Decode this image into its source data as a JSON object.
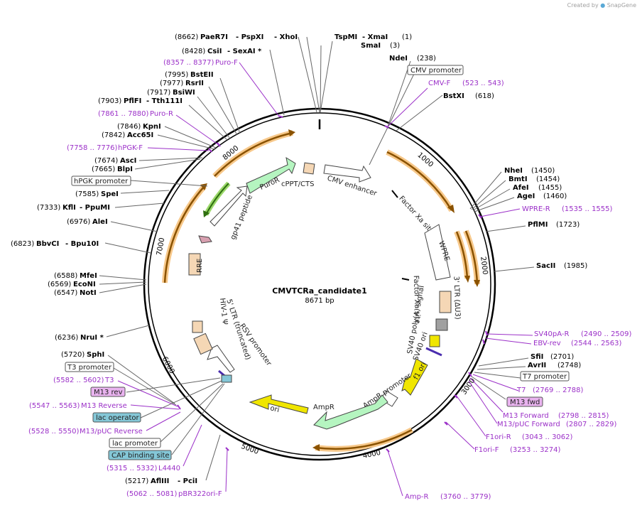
{
  "credit": {
    "prefix": "Created by",
    "brand": "SnapGene"
  },
  "map": {
    "name": "CMVTCRa_candidate1",
    "length": "8671 bp"
  },
  "ticks": [
    "1000",
    "2000",
    "3000",
    "4000",
    "5000",
    "6000",
    "7000",
    "8000"
  ],
  "feature_labels": {
    "puror": "PuroR",
    "cppt": "cPPT/CTS",
    "cmv_enhancer": "CMV enhancer",
    "factor_xa_1": "Factor Xa site",
    "factor_xa_2": "Factor Xa site",
    "wpre": "WPRE",
    "ltr3": "3' LTR (ΔU3)",
    "sv40_polya": "SV40 poly(A) signal",
    "sv40_ori": "SV40 ori",
    "f1_ori": "f1 ori",
    "amp_promoter": "AmpR promoter",
    "ampr": "AmpR",
    "ori": "ori",
    "rsv": "RSV promoter",
    "ltr5": "5' LTR (truncated)",
    "hiv_psi": "HIV-1 Ψ",
    "rre": "RRE",
    "gp41": "gp41 peptide"
  },
  "labels": {
    "paer7i_pos": "(8662)",
    "paer7i": "PaeR7I",
    "pspxi": "PspXI",
    "xhoi": "XhoI",
    "tspmi": "TspMI",
    "xmai": "XmaI",
    "tspmi_pos": "(1)",
    "smai": "SmaI",
    "smai_pos": "(3)",
    "csii_pos": "(8428)",
    "csii": "CsiI",
    "sexai": "SexAI *",
    "purof_pos": "(8357 .. 8377)",
    "purof": "Puro-F",
    "ndei": "NdeI",
    "ndei_pos": "(238)",
    "cmv_promoter": "CMV promoter",
    "cmvf": "CMV-F",
    "cmvf_pos": "(523 .. 543)",
    "bstxi": "BstXI",
    "bstxi_pos": "(618)",
    "bsteii_pos": "(7995)",
    "bsteii": "BstEII",
    "rsrii_pos": "(7977)",
    "rsrii": "RsrII",
    "bsiwi_pos": "(7917)",
    "bsiwi": "BsiWI",
    "pflfi_pos": "(7903)",
    "pflfi": "PflFI",
    "tth111i": "Tth111I",
    "pur_pos": "(7861 .. 7880)",
    "puror_primer": "Puro-R",
    "kpni_pos": "(7846)",
    "kpni": "KpnI",
    "acc65i_pos": "(7842)",
    "acc65i": "Acc65I",
    "hpgkf_pos": "(7758 .. 7776)",
    "hpgkf": "hPGK-F",
    "asci_pos": "(7674)",
    "asci": "AscI",
    "blpi_pos": "(7665)",
    "blpi": "BlpI",
    "hpgk_promoter": "hPGK promoter",
    "spei_pos": "(7585)",
    "spei": "SpeI",
    "kfli_pos": "(7333)",
    "kfli": "KflI",
    "ppumi": "PpuMI",
    "alei_pos": "(6976)",
    "alei": "AleI",
    "bbvci_pos": "(6823)",
    "bbvci": "BbvCI",
    "bpu10i": "Bpu10I",
    "mfei_pos": "(6588)",
    "mfei": "MfeI",
    "econi_pos": "(6569)",
    "econi": "EcoNI",
    "noti_pos": "(6547)",
    "noti": "NotI",
    "nrui_pos": "(6236)",
    "nrui": "NruI *",
    "sphi_pos": "(5720)",
    "sphi": "SphI",
    "t3_promoter": "T3 promoter",
    "t3_pos": "(5582 .. 5602)",
    "t3": "T3",
    "m13rev": "M13 rev",
    "m13reverse_pos": "(5547 .. 5563)",
    "m13reverse": "M13 Reverse",
    "lac_operator": "lac operator",
    "m13puc_rev_pos": "(5528 .. 5550)",
    "m13puc_rev": "M13/pUC Reverse",
    "lac_promoter": "lac promoter",
    "cap_site": "CAP binding site",
    "l4440_pos": "(5315 .. 5332)",
    "l4440": "L4440",
    "afliii_pos": "(5217)",
    "afliii": "AflIII",
    "pcii": "PciI",
    "pbr_pos": "(5062 .. 5081)",
    "pbr": "pBR322ori-F",
    "nhei": "NheI",
    "nhei_pos": "(1450)",
    "bmti": "BmtI",
    "bmti_pos": "(1454)",
    "afei": "AfeI",
    "afei_pos": "(1455)",
    "agei": "AgeI",
    "agei_pos": "(1460)",
    "wprer": "WPRE-R",
    "wprer_pos": "(1535 .. 1555)",
    "pflmi": "PflMI",
    "pflmi_pos": "(1723)",
    "sacii": "SacII",
    "sacii_pos": "(1985)",
    "sv40par": "SV40pA-R",
    "sv40par_pos": "(2490 .. 2509)",
    "ebvrev": "EBV-rev",
    "ebvrev_pos": "(2544 .. 2563)",
    "sfii": "SfiI",
    "sfii_pos": "(2701)",
    "avrii": "AvrII",
    "avrii_pos": "(2748)",
    "t7_promoter": "T7 promoter",
    "t7": "T7",
    "t7_pos": "(2769 .. 2788)",
    "m13fwd": "M13 fwd",
    "m13forward": "M13 Forward",
    "m13forward_pos": "(2798 .. 2815)",
    "m13puc_fwd": "M13/pUC Forward",
    "m13puc_fwd_pos": "(2807 .. 2829)",
    "f1orir": "F1ori-R",
    "f1orir_pos": "(3043 .. 3062)",
    "f1orif": "F1ori-F",
    "f1orif_pos": "(3253 .. 3274)",
    "ampr_primer": "Amp-R",
    "ampr_pos": "(3760 .. 3779)"
  }
}
